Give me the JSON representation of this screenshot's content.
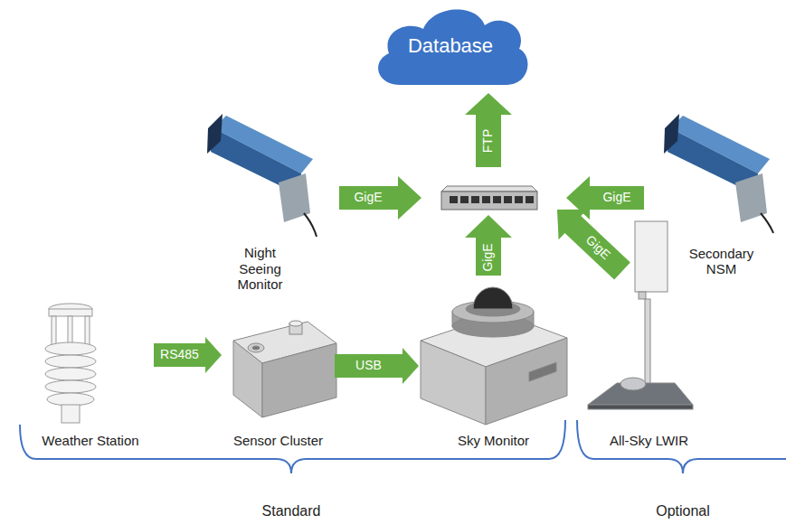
{
  "diagram": {
    "nodes": [
      {
        "text": [
          "Database"
        ]
      },
      {
        "text": [
          "Night Seeing Monitor"
        ]
      },
      {
        "text": [
          "Secondary NSM"
        ]
      },
      {
        "text": [
          "Weather Station"
        ]
      },
      {
        "text": [
          "Sensor Cluster"
        ]
      },
      {
        "text": [
          "Sky Monitor"
        ]
      },
      {
        "text": [
          "All-Sky LWIR"
        ]
      }
    ],
    "edges": [
      {
        "from": 3,
        "to": 4,
        "label": "RS485",
        "arrow": "to"
      },
      {
        "from": 4,
        "to": 5,
        "label": "USB",
        "arrow": "to"
      }
    ],
    "labels": [
      "FTP",
      "GigE",
      "GigE",
      "GigE",
      "GigE",
      "Standard",
      "Optional"
    ]
  }
}
